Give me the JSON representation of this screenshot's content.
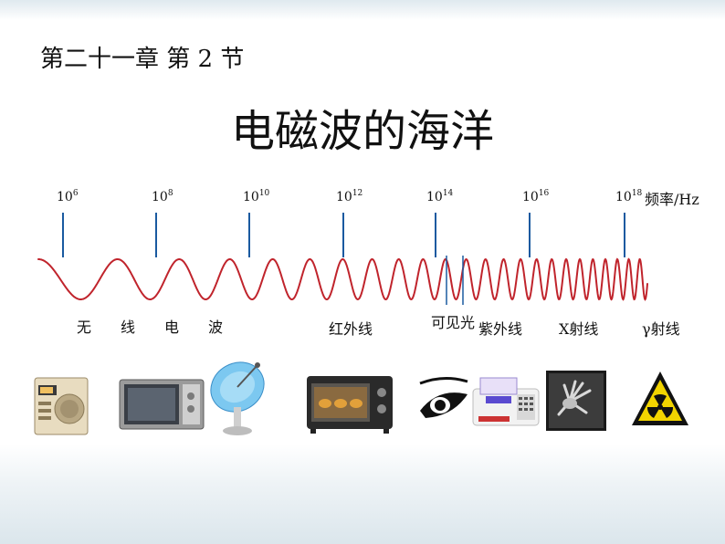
{
  "header": {
    "chapter": "第二十一章  第 2 节",
    "title": "电磁波的海洋"
  },
  "axis": {
    "unit": "频率/Hz",
    "ticks": [
      {
        "base": "10",
        "exp": "6"
      },
      {
        "base": "10",
        "exp": "8"
      },
      {
        "base": "10",
        "exp": "10"
      },
      {
        "base": "10",
        "exp": "12"
      },
      {
        "base": "10",
        "exp": "14"
      },
      {
        "base": "10",
        "exp": "16"
      },
      {
        "base": "10",
        "exp": "18"
      }
    ]
  },
  "bands": {
    "radio": [
      "无",
      "线",
      "电",
      "波"
    ],
    "infrared": "红外线",
    "visible": "可见光",
    "ultraviolet": "紫外线",
    "xray": "X射线",
    "gamma": "γ射线"
  },
  "colors": {
    "wave": "#c0242c",
    "tick": "#1a5aa0",
    "radiation_yellow": "#f2d400"
  },
  "icons": [
    "radio-icon",
    "microwave-oven-icon",
    "satellite-dish-icon",
    "toaster-oven-icon",
    "eye-icon",
    "banknote-detector-icon",
    "xray-hand-icon",
    "radiation-warning-icon"
  ]
}
